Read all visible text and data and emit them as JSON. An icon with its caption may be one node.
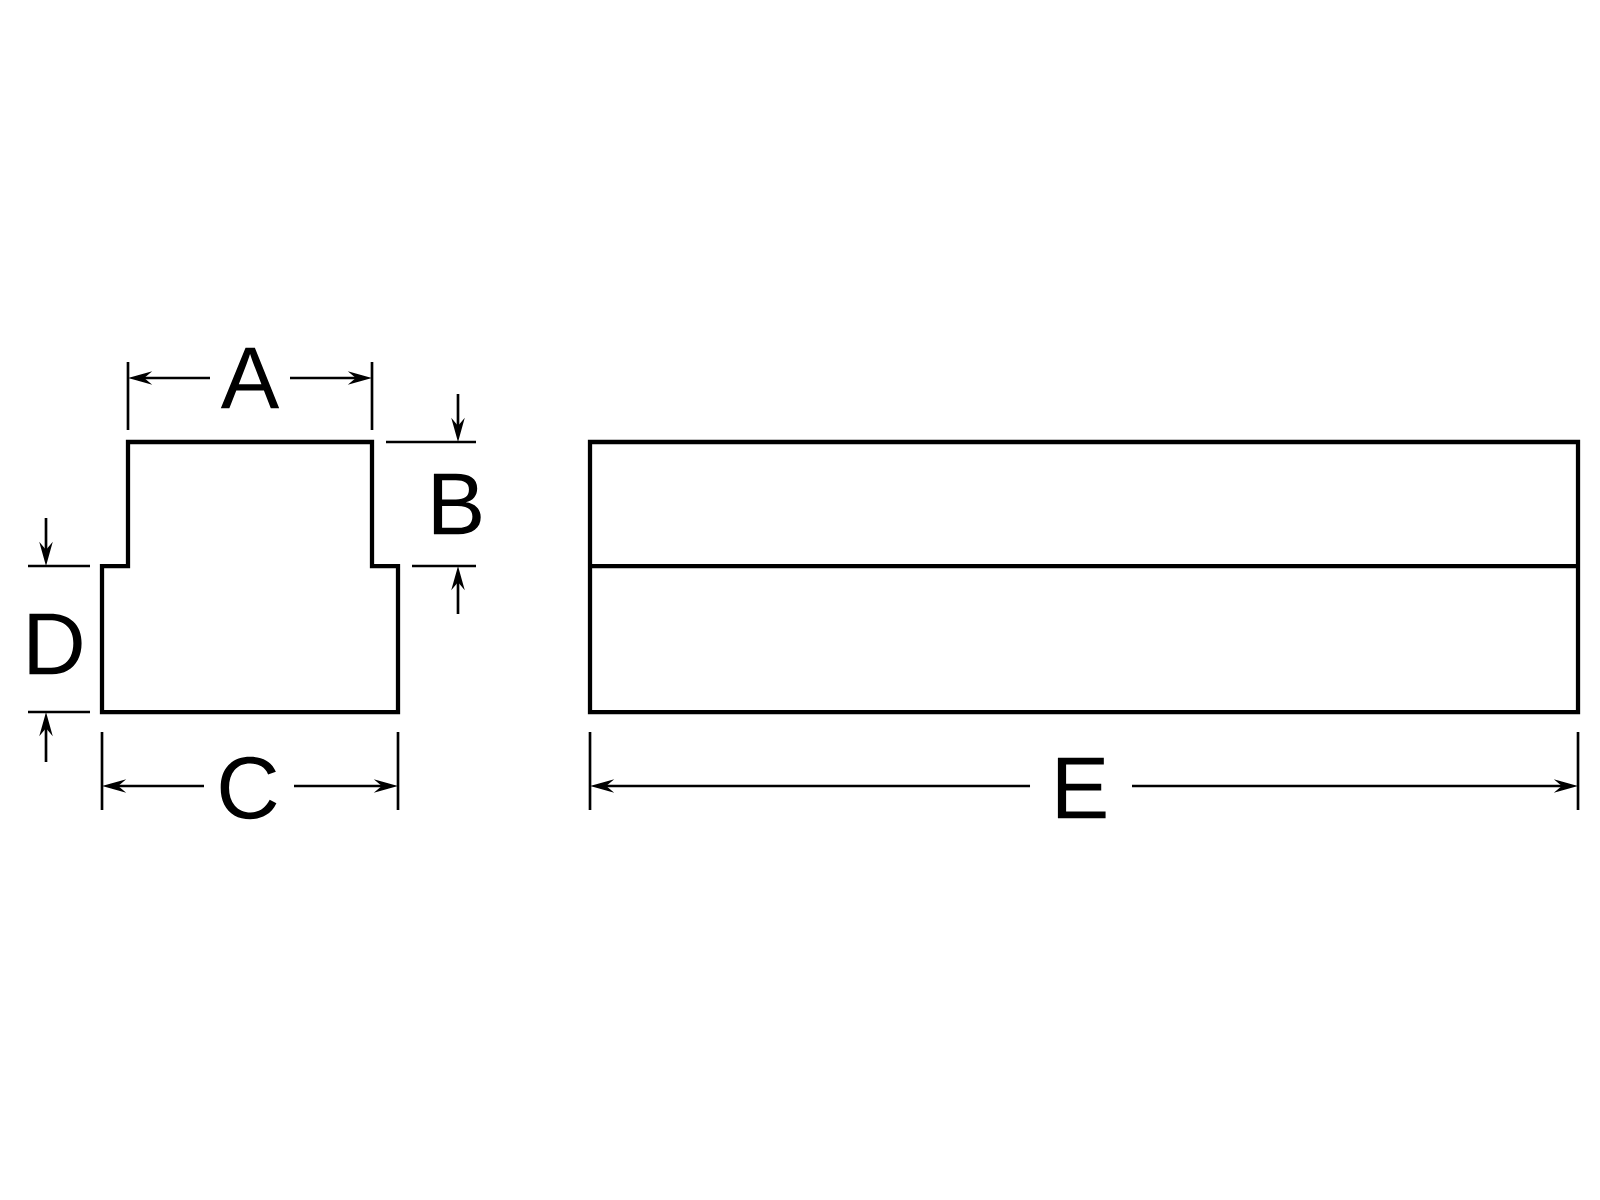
{
  "diagram": {
    "labels": [
      "A",
      "B",
      "D",
      "C",
      "E"
    ]
  }
}
